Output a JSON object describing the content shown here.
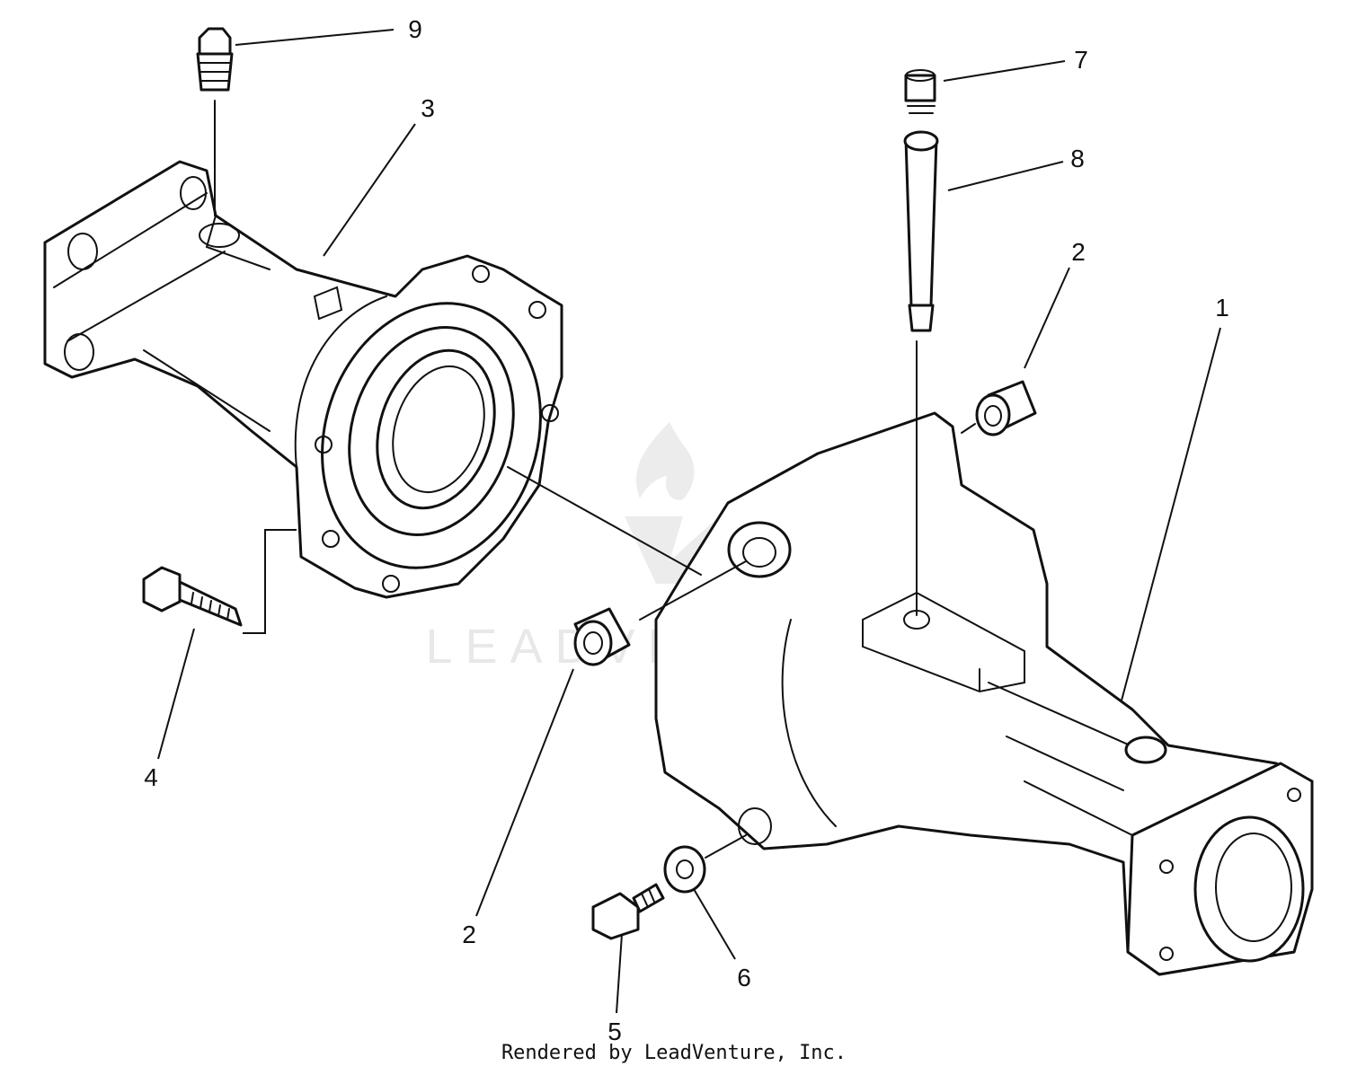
{
  "footer": {
    "credit": "Rendered by LeadVenture, Inc."
  },
  "watermark": {
    "text": "LEADVENTURE"
  },
  "callouts": {
    "c1": "1",
    "c2a": "2",
    "c2b": "2",
    "c3": "3",
    "c4": "4",
    "c5": "5",
    "c6": "6",
    "c7": "7",
    "c8": "8",
    "c9": "9"
  }
}
